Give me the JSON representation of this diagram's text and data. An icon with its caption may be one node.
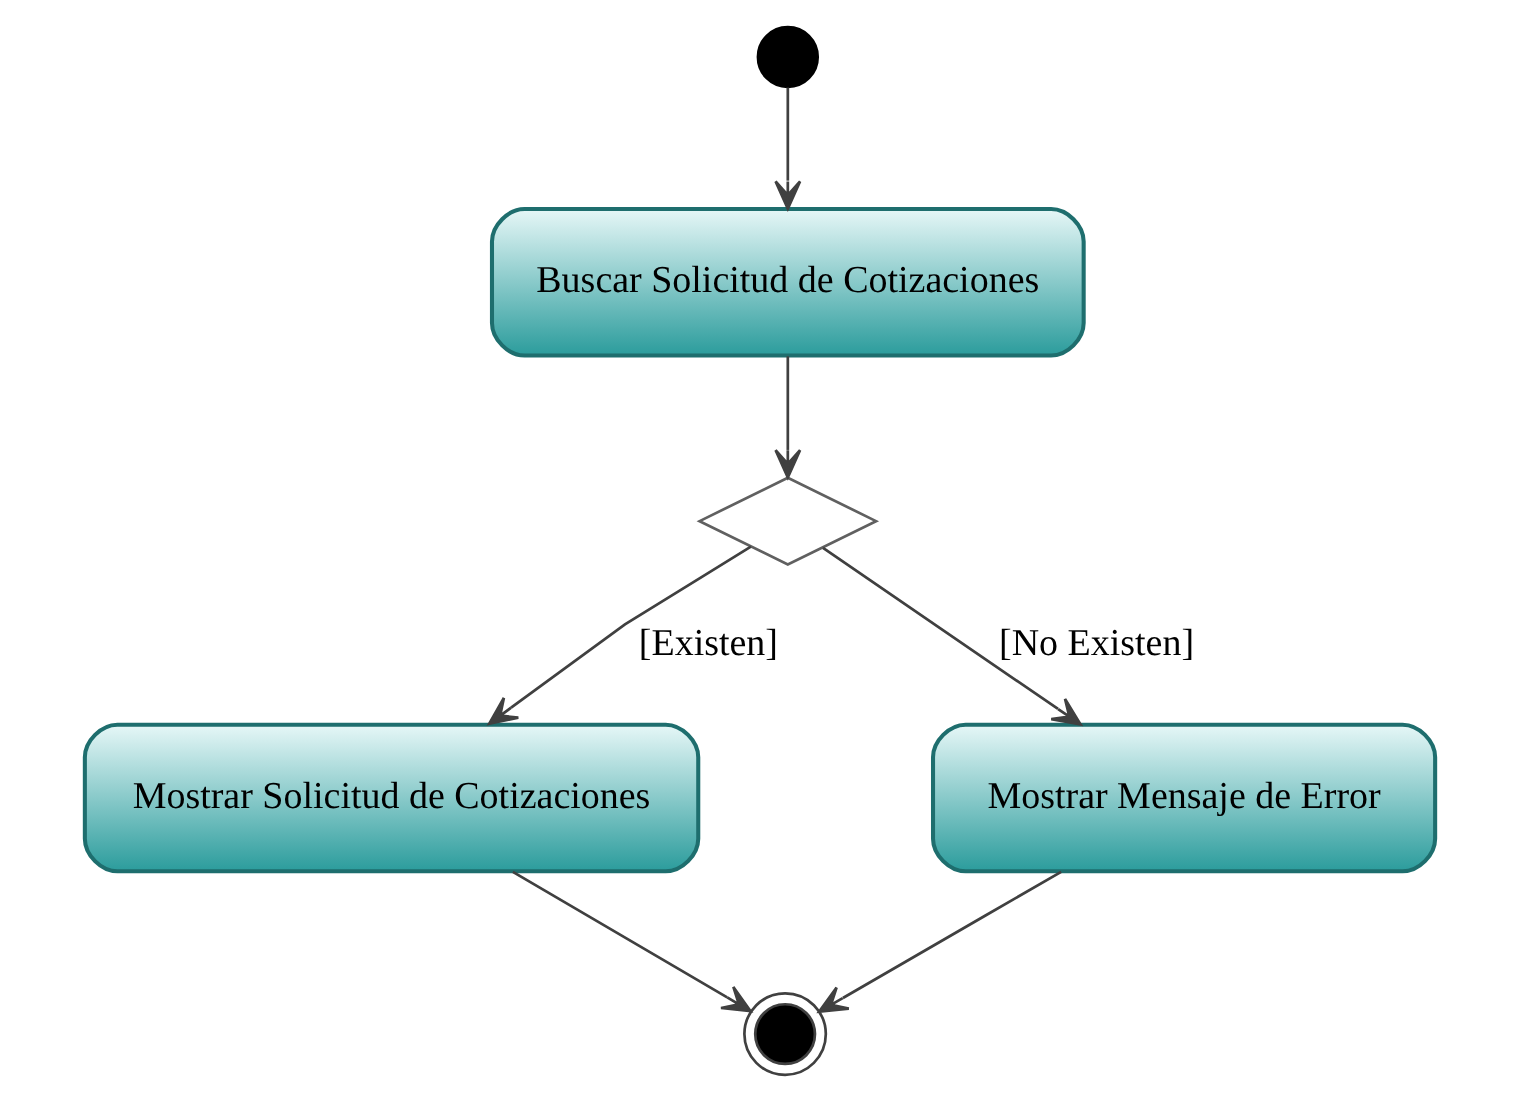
{
  "diagram": {
    "nodes": [
      {
        "text": [],
        "shape": "circle"
      },
      {
        "text": [
          "Buscar Solicitud de Cotizaciones"
        ]
      },
      {
        "text": [],
        "shape": "diamond"
      },
      {
        "text": [
          "Mostrar Solicitud de Cotizaciones"
        ]
      },
      {
        "text": [
          "Mostrar Mensaje de Error"
        ]
      },
      {
        "text": [],
        "shape": "circle"
      }
    ],
    "edges": [
      {
        "from": 0,
        "to": 1,
        "arrow": "to"
      },
      {
        "from": 1,
        "to": 2,
        "arrow": "to"
      },
      {
        "from": 2,
        "to": 3,
        "arrow": "to",
        "label": "[Existen]"
      },
      {
        "from": 2,
        "to": 4,
        "arrow": "to",
        "label": "[No Existen]"
      },
      {
        "from": 3,
        "to": 5,
        "arrow": "to"
      },
      {
        "from": 4,
        "to": 5,
        "arrow": "to"
      }
    ]
  }
}
